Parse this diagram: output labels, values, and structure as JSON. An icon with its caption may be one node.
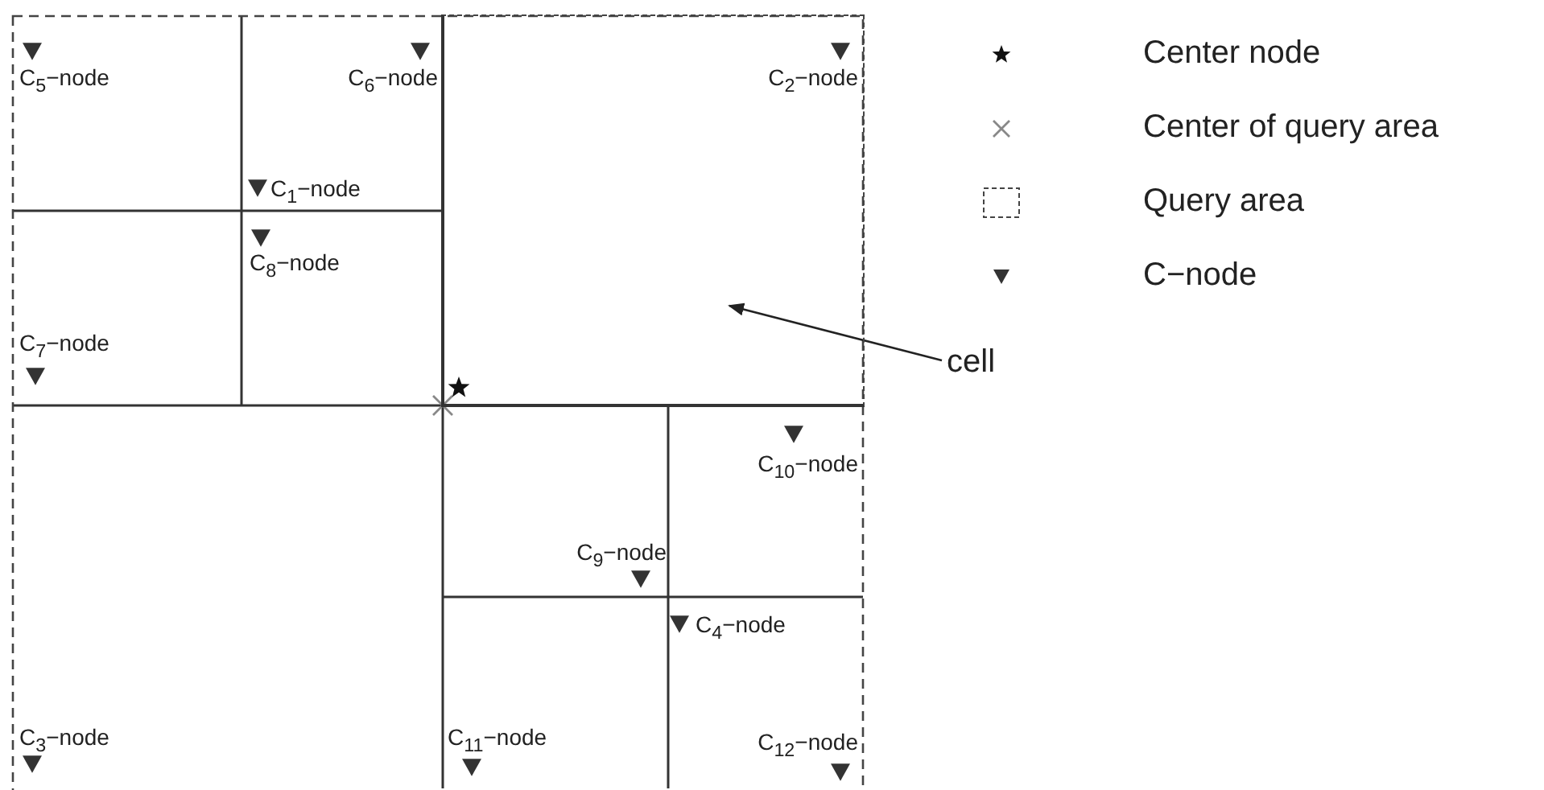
{
  "diagram": {
    "nodes": [
      {
        "text": [
          "cell"
        ]
      },
      {
        "text": [],
        "shape": "box"
      }
    ],
    "edges": [
      {
        "from": 0,
        "to": 1,
        "arrow": "to"
      }
    ],
    "labels": [
      "C$_{5}$−node",
      "C$_{6}$−node",
      "C$_{2}$−node",
      "C$_{1}$−node",
      "C$_{8}$−node",
      "C$_{7}$−node",
      "C$_{10}$−node",
      "C$_{9}$−node",
      "C$_{4}$−node",
      "C$_{3}$−node",
      "C$_{11}$−node",
      "C$_{12}$−node"
    ],
    "legend": [
      {
        "text": "Center node"
      },
      {
        "text": "Center of query area"
      },
      {
        "text": "Query area"
      },
      {
        "text": "C−node"
      }
    ]
  }
}
